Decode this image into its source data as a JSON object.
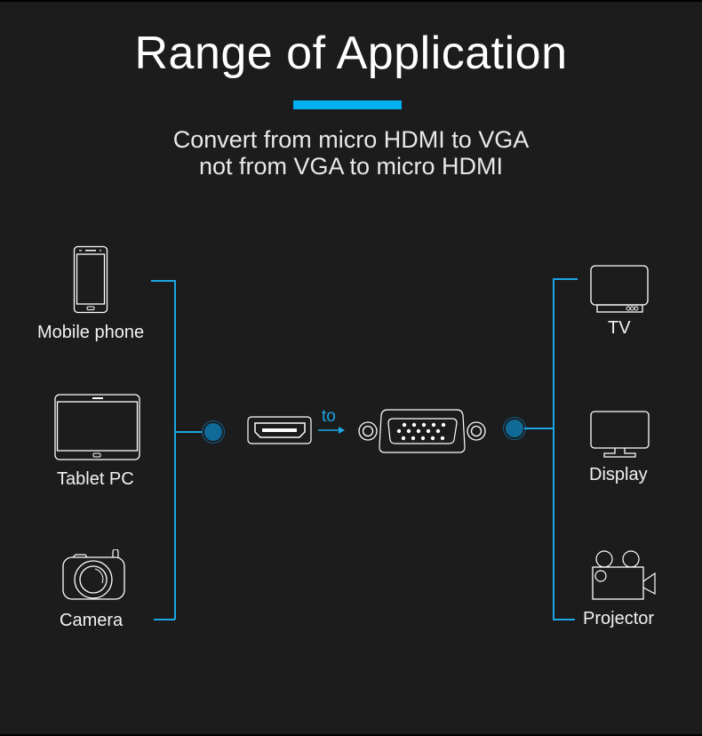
{
  "header": {
    "title": "Range of Application",
    "subtitle_line1": "Convert from micro HDMI to VGA",
    "subtitle_line2": "not from VGA to micro HDMI"
  },
  "sources": [
    {
      "label": "Mobile phone",
      "icon": "mobile-phone-icon"
    },
    {
      "label": "Tablet PC",
      "icon": "tablet-icon"
    },
    {
      "label": "Camera",
      "icon": "camera-icon"
    }
  ],
  "center": {
    "from_icon": "hdmi-port-icon",
    "to_label": "to",
    "to_icon": "vga-port-icon"
  },
  "targets": [
    {
      "label": "TV",
      "icon": "tv-icon"
    },
    {
      "label": "Display",
      "icon": "monitor-icon"
    },
    {
      "label": "Projector",
      "icon": "projector-icon"
    }
  ],
  "colors": {
    "accent": "#00b0f0",
    "line": "#1ba6e6",
    "dot": "#106a98",
    "background": "#1c1c1c",
    "text": "#ffffff"
  }
}
